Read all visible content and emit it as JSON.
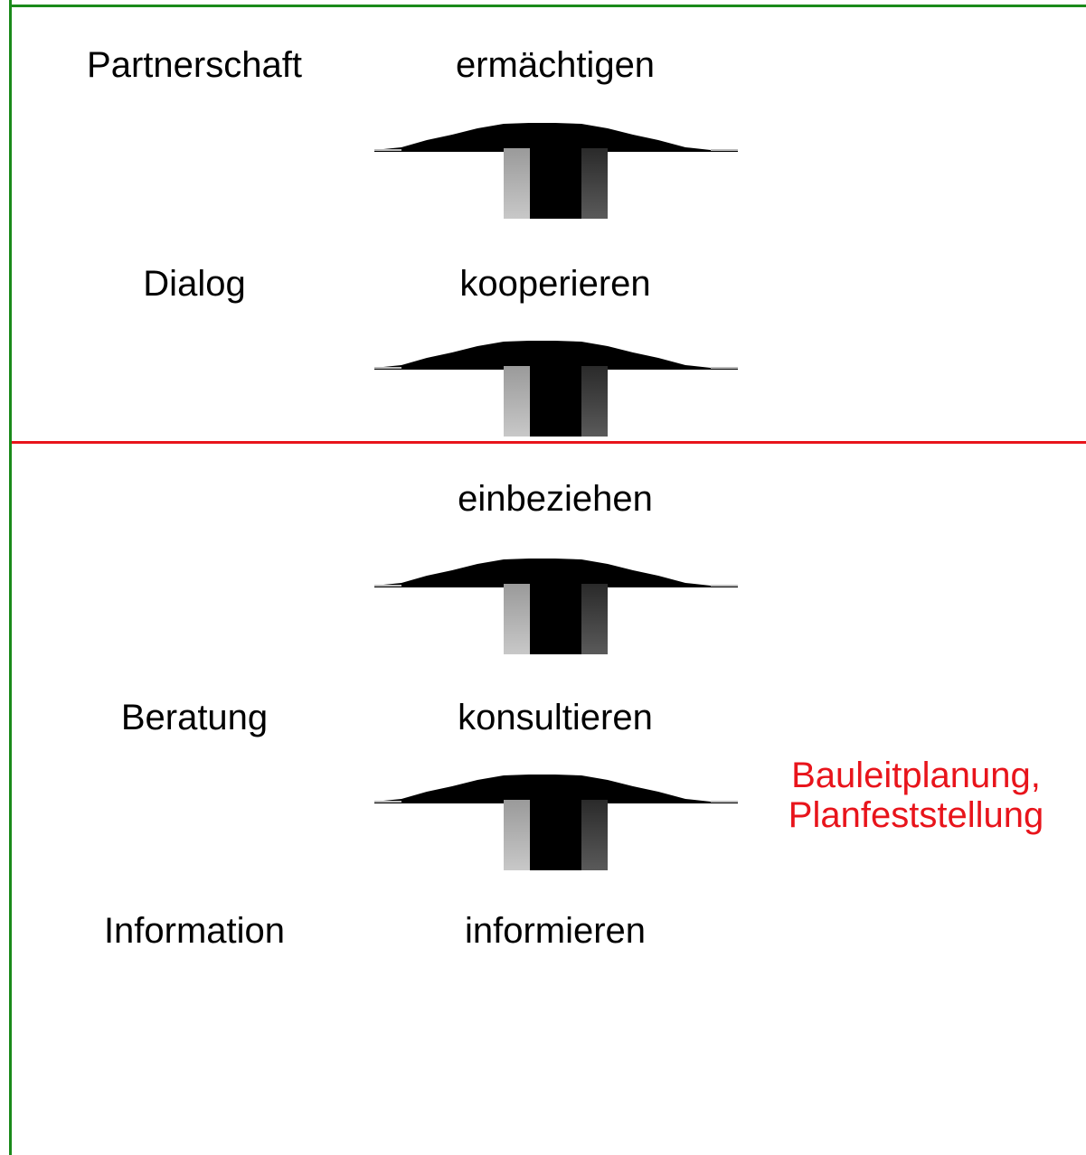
{
  "colors": {
    "frame": "#1a8a1a",
    "divider": "#e8141b",
    "note": "#e8141b",
    "text": "#000000"
  },
  "rows": [
    {
      "category": "Partnerschaft",
      "verb": "ermächtigen"
    },
    {
      "category": "Dialog",
      "verb": "kooperieren"
    },
    {
      "category": "",
      "verb": "einbeziehen"
    },
    {
      "category": "Beratung",
      "verb": "konsultieren"
    },
    {
      "category": "Information",
      "verb": "informieren"
    }
  ],
  "note": {
    "lines": [
      "Bauleitplanung,",
      "Planfeststellung"
    ]
  },
  "arrow_icon": "up-arrow-icon"
}
